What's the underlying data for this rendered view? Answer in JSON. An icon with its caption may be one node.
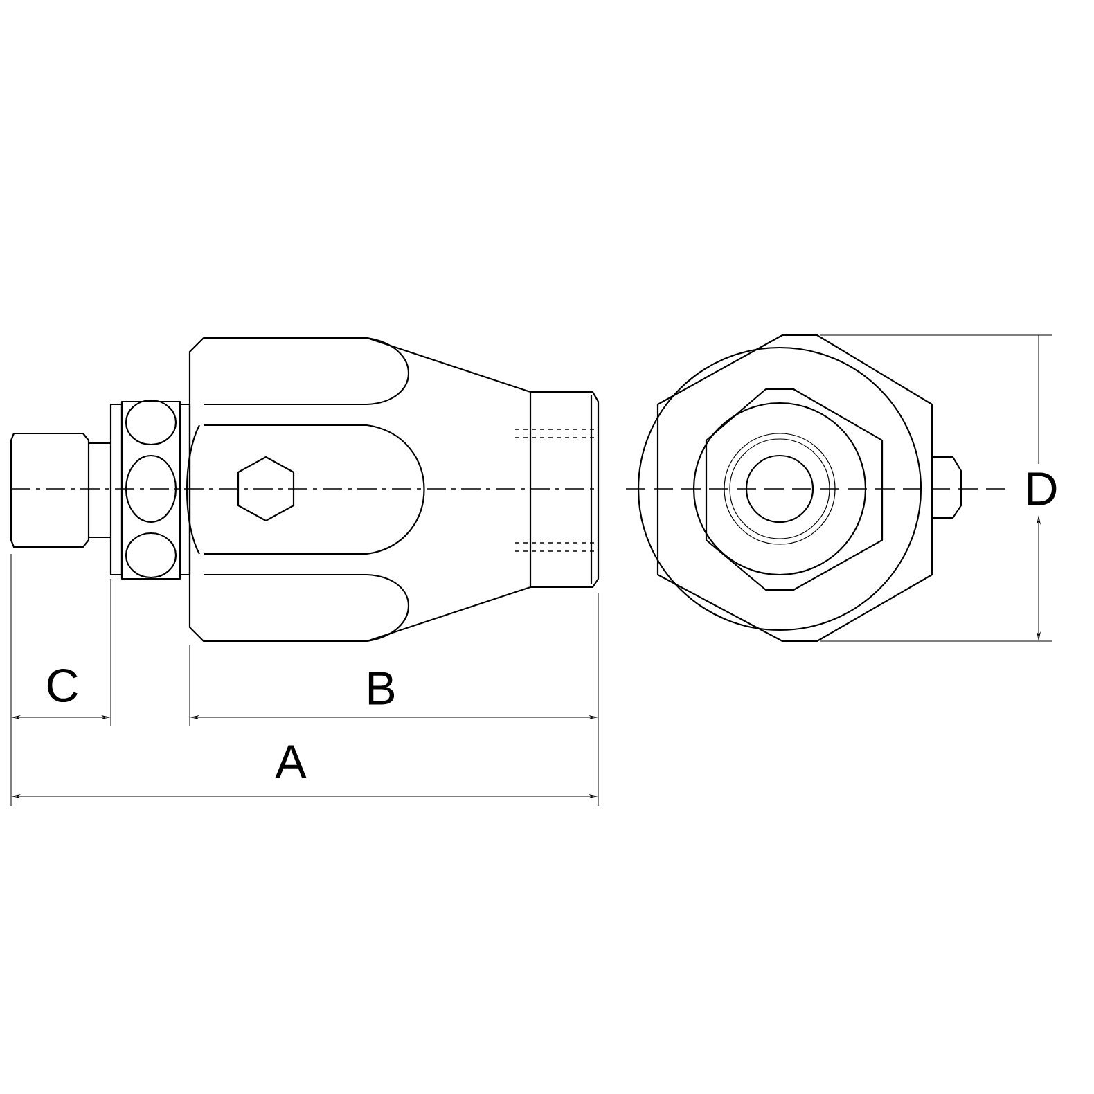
{
  "diagram": {
    "labels": [
      "D",
      "C",
      "B",
      "A"
    ]
  }
}
